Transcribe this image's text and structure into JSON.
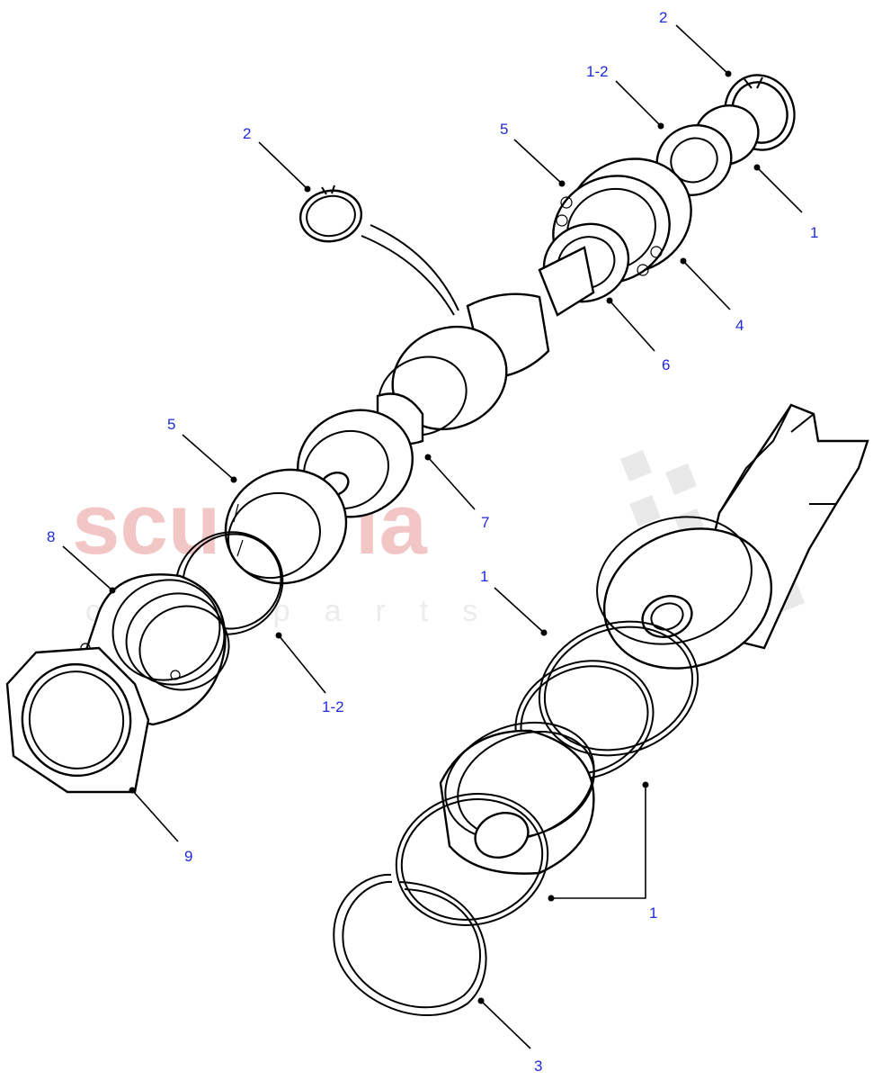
{
  "watermark": {
    "brand": "scuderia",
    "sub": "car parts"
  },
  "callouts": [
    {
      "id": "c-2-top",
      "label": "2"
    },
    {
      "id": "c-1-2-top",
      "label": "1-2"
    },
    {
      "id": "c-5-top",
      "label": "5"
    },
    {
      "id": "c-1-top",
      "label": "1"
    },
    {
      "id": "c-2-left",
      "label": "2"
    },
    {
      "id": "c-4",
      "label": "4"
    },
    {
      "id": "c-6",
      "label": "6"
    },
    {
      "id": "c-5-mid",
      "label": "5"
    },
    {
      "id": "c-7",
      "label": "7"
    },
    {
      "id": "c-8",
      "label": "8"
    },
    {
      "id": "c-1-mid",
      "label": "1"
    },
    {
      "id": "c-1-2-mid",
      "label": "1-2"
    },
    {
      "id": "c-9",
      "label": "9"
    },
    {
      "id": "c-1-bottom",
      "label": "1"
    },
    {
      "id": "c-3",
      "label": "3"
    }
  ],
  "colors": {
    "callout_text": "#1f2bd6",
    "watermark_brand": "#f3c6c6",
    "watermark_flag": "#e9e9e9"
  }
}
